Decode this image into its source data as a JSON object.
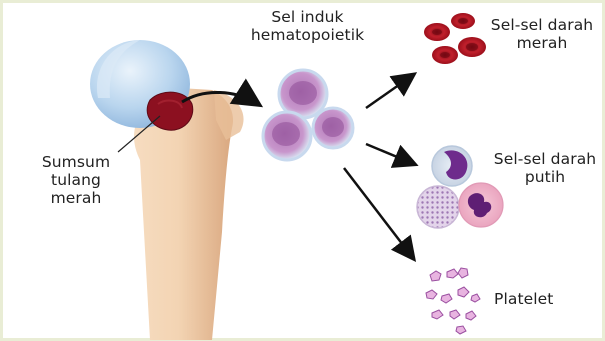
{
  "labels": {
    "stem_cells": "Sel induk\nhematopoietik",
    "red_cells": "Sel-sel darah\nmerah",
    "white_cells": "Sel-sel darah\nputih",
    "platelets": "Platelet",
    "marrow": "Sumsum\ntulang\nmerah"
  },
  "colors": {
    "bone": "#f1d2b0",
    "cartilage": "#a9c9ea",
    "marrow": "#8c1020",
    "red_cell": "#b3121f",
    "stem_cell": "#b57ab7",
    "arrow": "#111111"
  }
}
